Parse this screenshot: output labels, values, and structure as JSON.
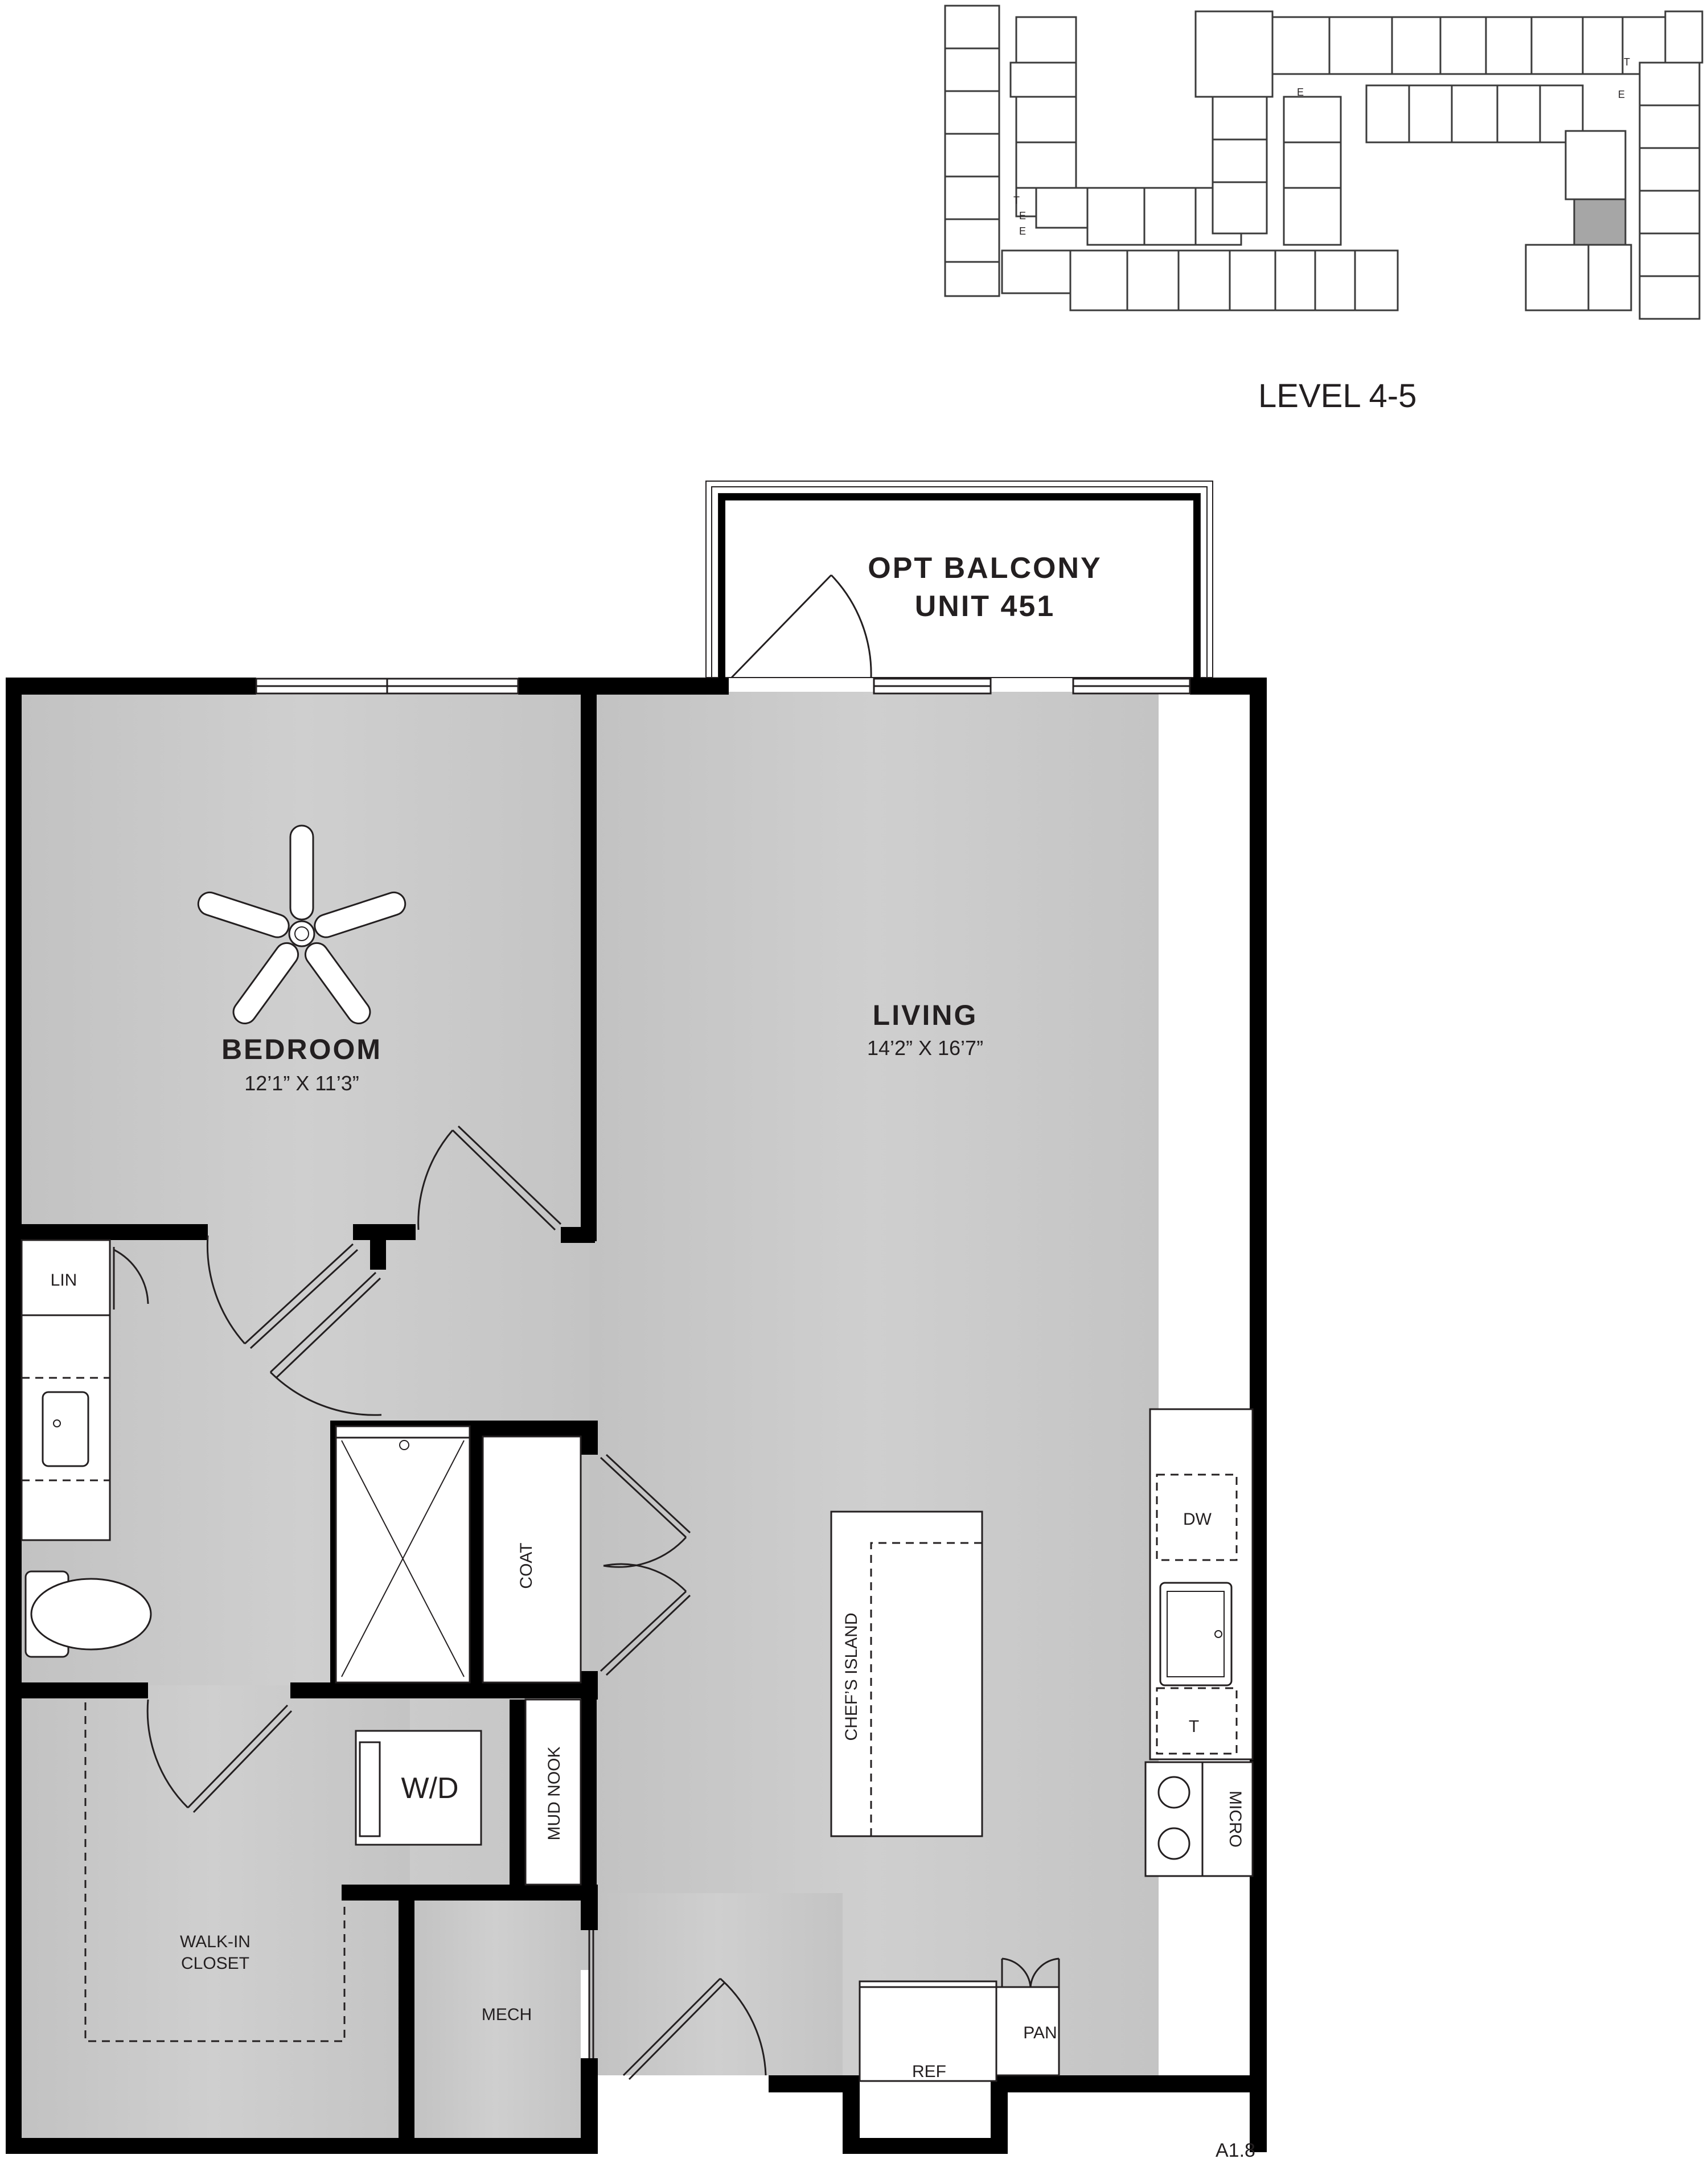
{
  "key_plan": {
    "level_label": "LEVEL 4-5",
    "markers": [
      "T",
      "E",
      "E",
      "E",
      "T",
      "E",
      "E"
    ]
  },
  "unit": {
    "plan_code": "A1.8"
  },
  "rooms": {
    "balcony": {
      "line1": "OPT BALCONY",
      "line2": "UNIT 451"
    },
    "living": {
      "name": "LIVING",
      "dims": "14’2” X 16’7”"
    },
    "bedroom": {
      "name": "BEDROOM",
      "dims": "12’1” X 11’3”"
    },
    "walk_in_closet": {
      "line1": "WALK-IN",
      "line2": "CLOSET"
    },
    "mech": "MECH",
    "coat": "COAT",
    "mud_nook": "MUD NOOK",
    "chefs_island": "CHEF’S ISLAND",
    "lin": "LIN",
    "dw": "DW",
    "t": "T",
    "micro": "MICRO",
    "wd": "W/D",
    "ref": "REF",
    "pan": "PAN"
  },
  "colors": {
    "wall": "#000000",
    "floor": "#c8c8c8",
    "key_highlight": "#a6a6a6"
  }
}
